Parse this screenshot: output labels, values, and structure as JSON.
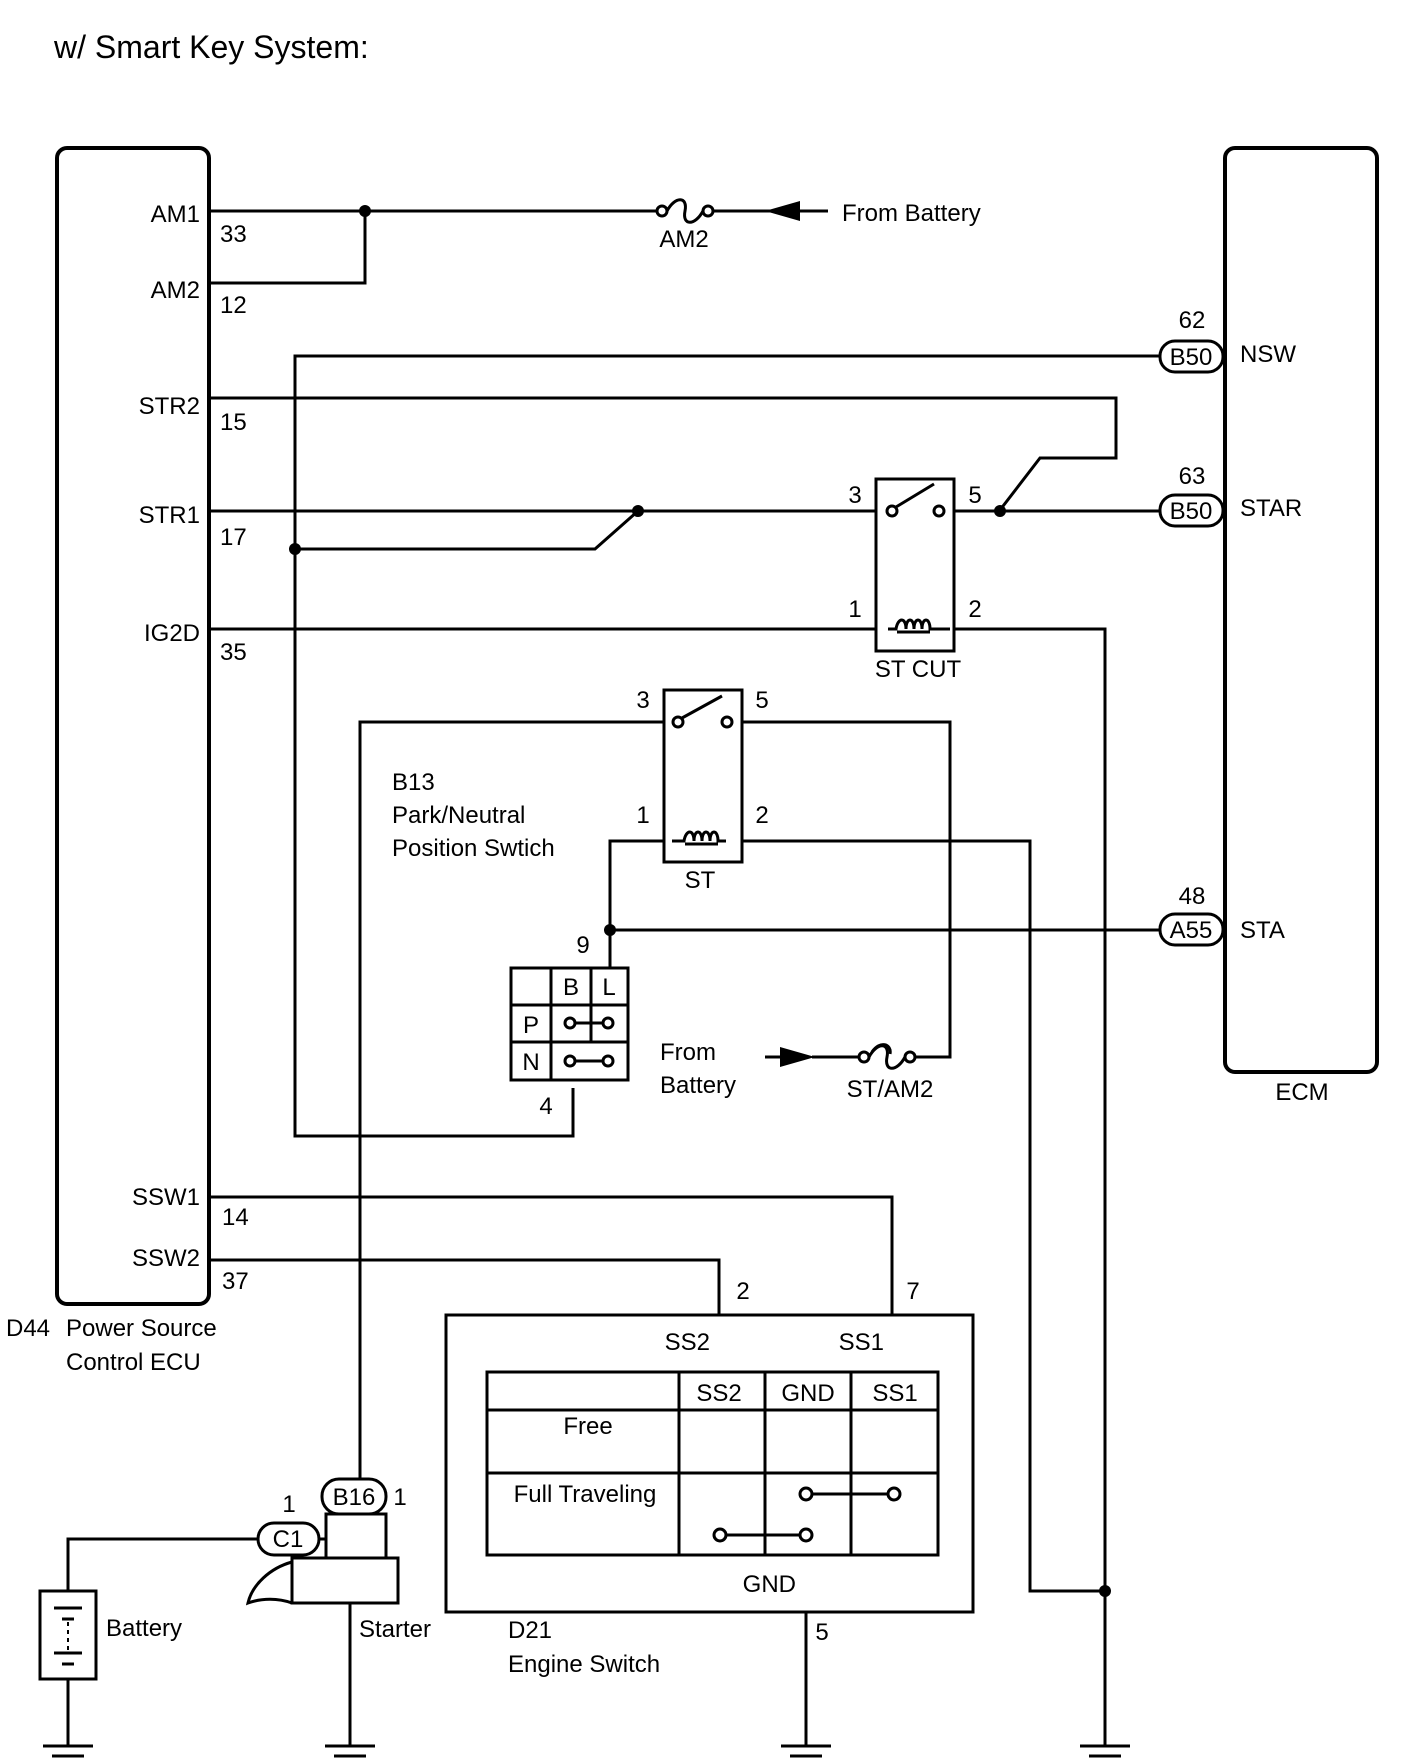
{
  "title": "w/ Smart Key System:",
  "power_ecu": {
    "code": "D44",
    "name_line1": "Power Source",
    "name_line2": "Control ECU",
    "pins": {
      "am1": {
        "label": "AM1",
        "num": "33"
      },
      "am2": {
        "label": "AM2",
        "num": "12"
      },
      "str2": {
        "label": "STR2",
        "num": "15"
      },
      "str1": {
        "label": "STR1",
        "num": "17"
      },
      "ig2d": {
        "label": "IG2D",
        "num": "35"
      },
      "ssw1": {
        "label": "SSW1",
        "num": "14"
      },
      "ssw2": {
        "label": "SSW2",
        "num": "37"
      }
    }
  },
  "ecm": {
    "name": "ECM",
    "pins": {
      "nsw": {
        "label": "NSW",
        "num": "62",
        "connector": "B50"
      },
      "star": {
        "label": "STAR",
        "num": "63",
        "connector": "B50"
      },
      "sta": {
        "label": "STA",
        "num": "48",
        "connector": "A55"
      }
    }
  },
  "fuse_am2": {
    "label": "AM2",
    "source": "From Battery"
  },
  "fuse_st_am2": {
    "label": "ST/AM2",
    "source_line1": "From",
    "source_line2": "Battery"
  },
  "relay_st_cut": {
    "name": "ST CUT",
    "p3": "3",
    "p5": "5",
    "p1": "1",
    "p2": "2"
  },
  "relay_st": {
    "name": "ST",
    "p3": "3",
    "p5": "5",
    "p1": "1",
    "p2": "2"
  },
  "pnp_switch": {
    "code": "B13",
    "name_line1": "Park/Neutral",
    "name_line2": "Position Swtich",
    "pin_top": "9",
    "pin_bottom": "4",
    "col_b": "B",
    "col_l": "L",
    "row_p": "P",
    "row_n": "N"
  },
  "engine_switch": {
    "code": "D21",
    "name": "Engine Switch",
    "pin_ss2": "2",
    "pin_ss1": "7",
    "pin_gnd": "5",
    "term_ss2": "SS2",
    "term_ss1": "SS1",
    "term_gnd": "GND",
    "table": {
      "headers": [
        "SS2",
        "GND",
        "SS1"
      ],
      "rows": [
        "Free",
        "Full Traveling"
      ]
    }
  },
  "starter": {
    "name": "Starter",
    "conn_c1": "C1",
    "conn_c1_pin": "1",
    "conn_b16": "B16",
    "conn_b16_pin": "1"
  },
  "battery": {
    "name": "Battery"
  }
}
